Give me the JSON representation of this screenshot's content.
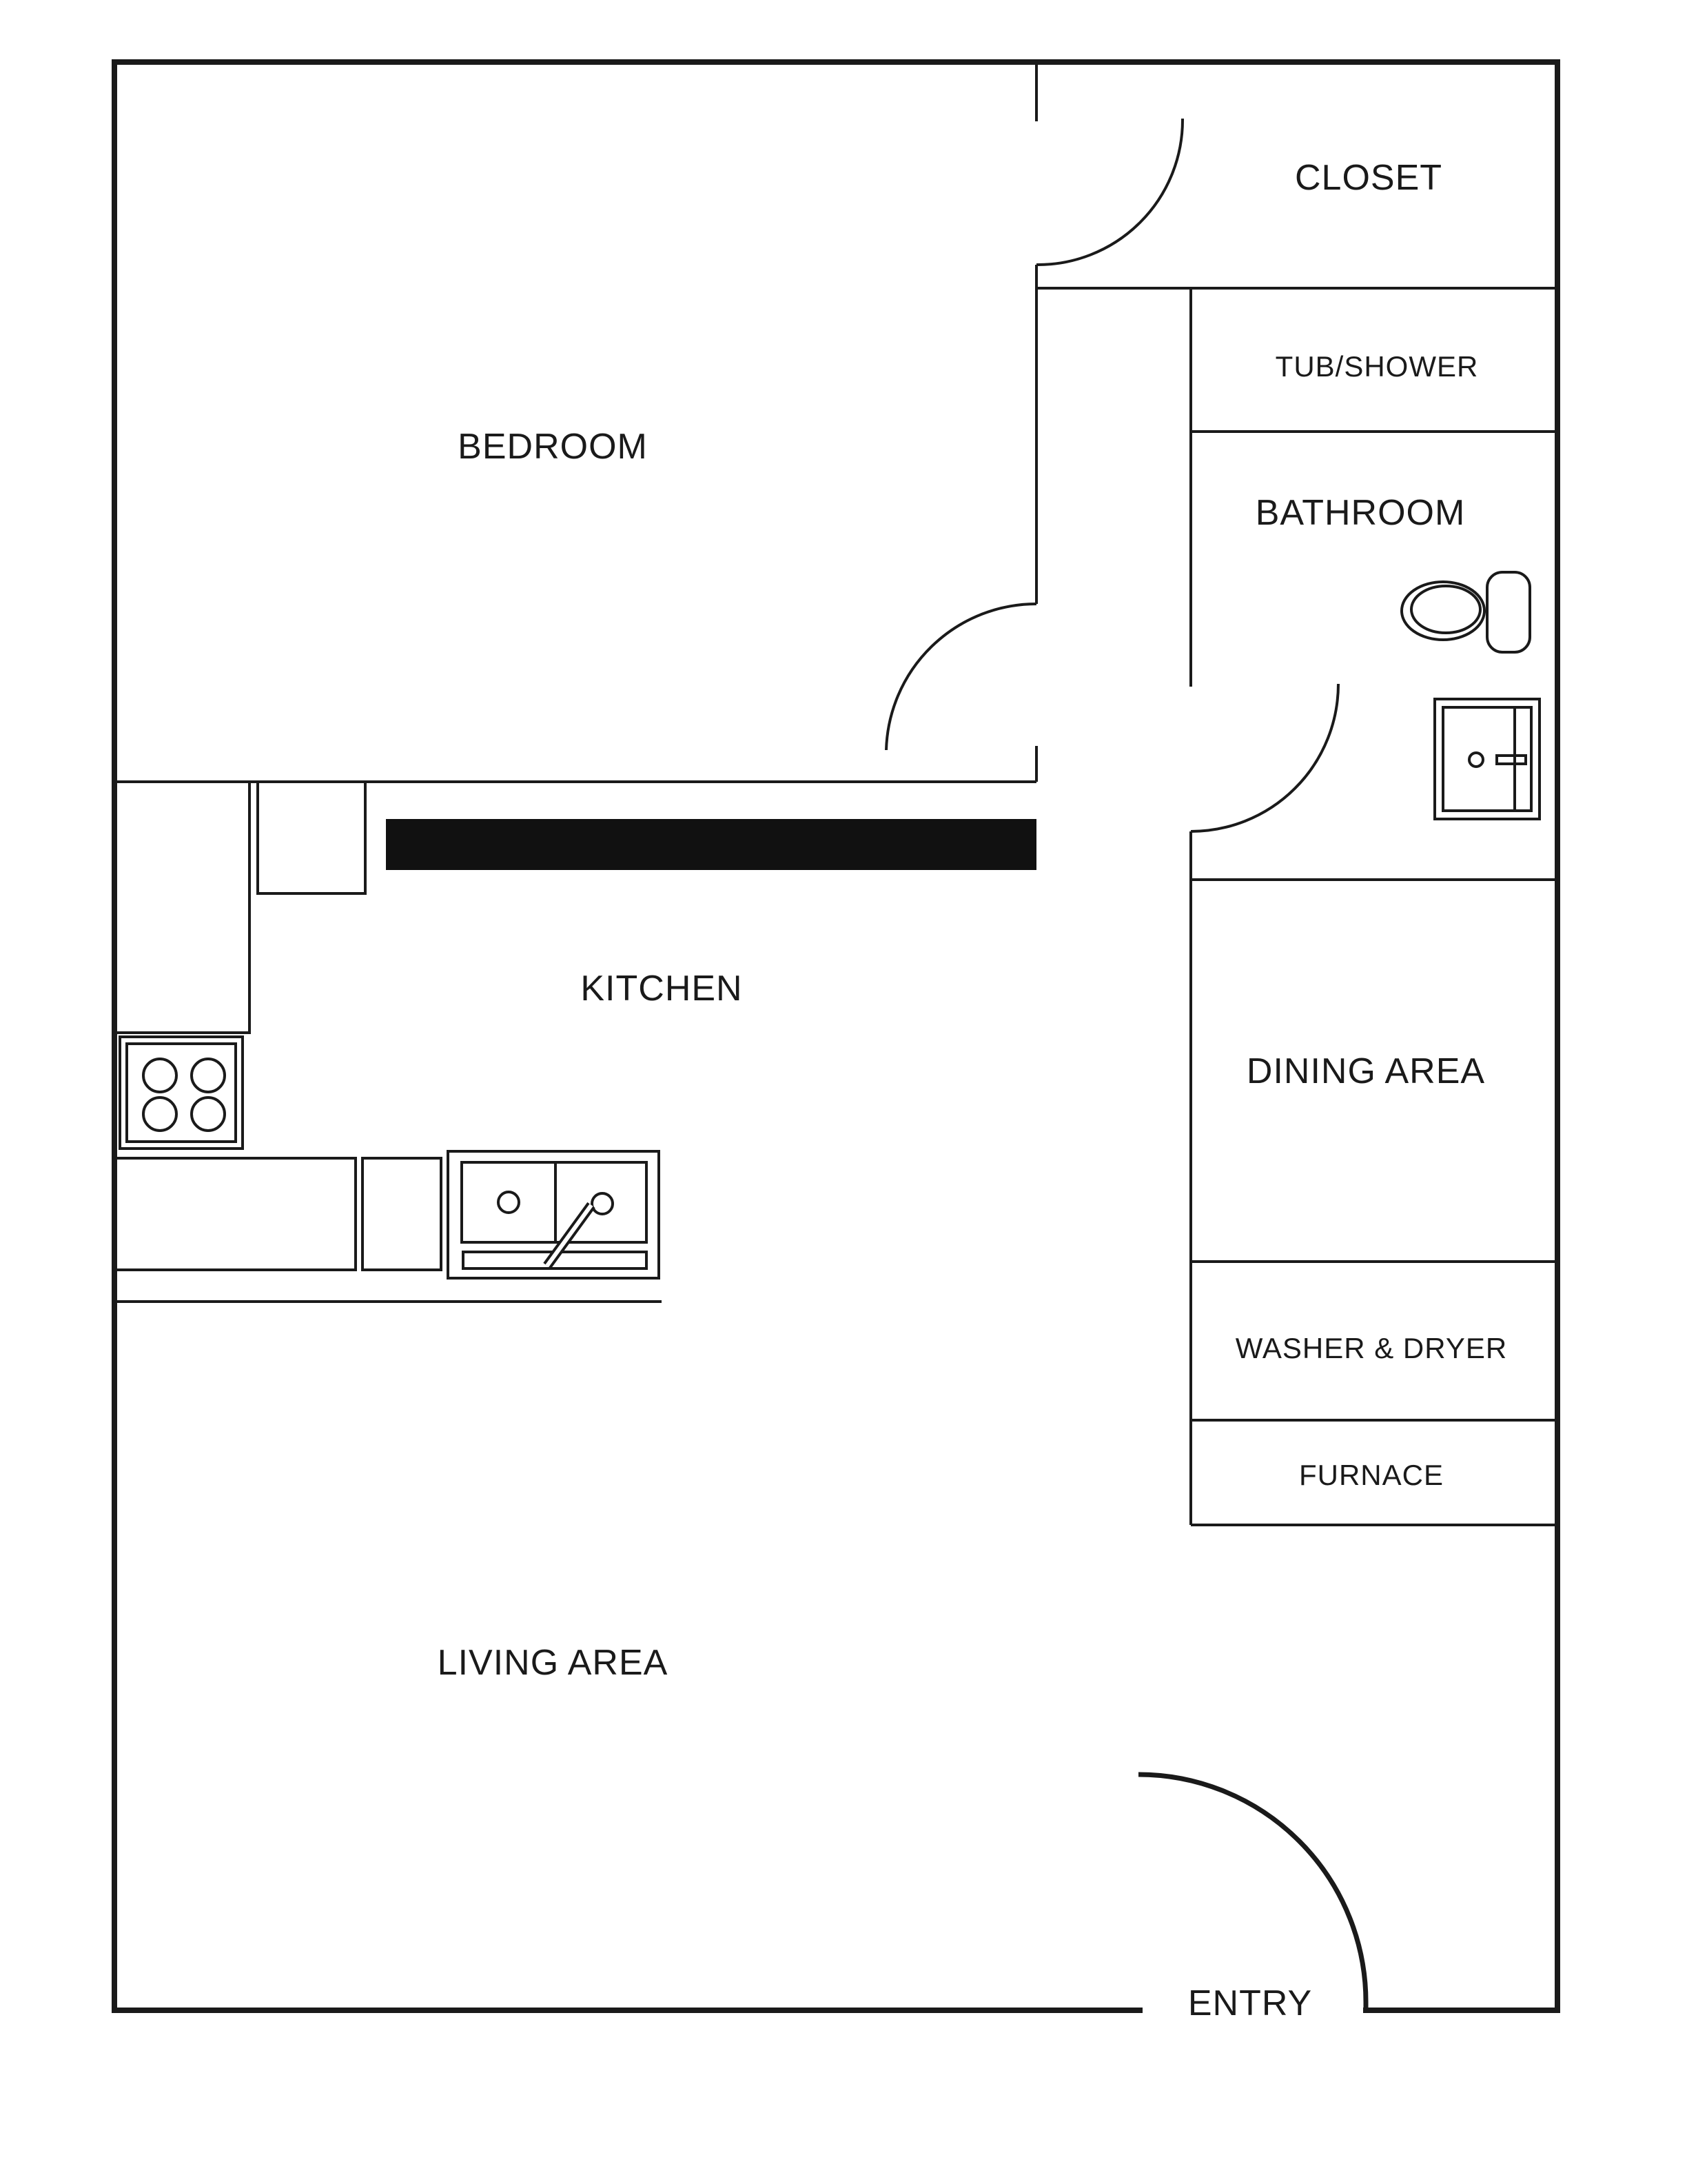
{
  "rooms": {
    "bedroom": "BEDROOM",
    "closet": "CLOSET",
    "tub_shower": "TUB/SHOWER",
    "bathroom": "BATHROOM",
    "kitchen": "KITCHEN",
    "dining_area": "DINING AREA",
    "washer_dryer": "WASHER & DRYER",
    "furnace": "FURNACE",
    "living_area": "LIVING AREA",
    "entry": "ENTRY"
  },
  "colors": {
    "line": "#1a1a1a",
    "background": "#ffffff"
  }
}
